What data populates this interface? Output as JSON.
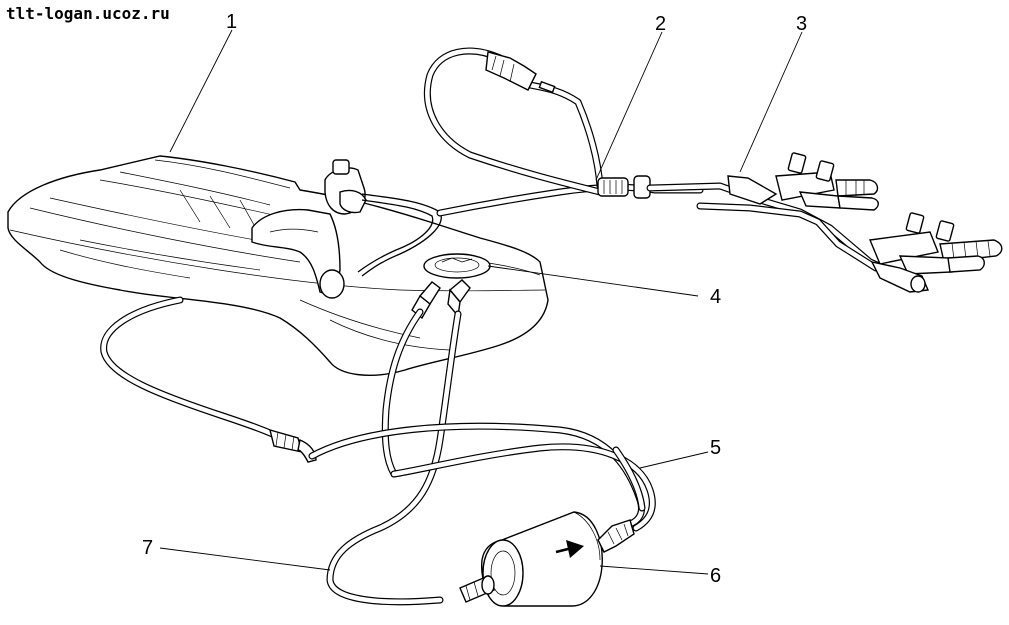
{
  "watermark": "tlt-logan.ucoz.ru",
  "callouts": [
    {
      "id": "1",
      "label": "1"
    },
    {
      "id": "2",
      "label": "2"
    },
    {
      "id": "3",
      "label": "3"
    },
    {
      "id": "4",
      "label": "4"
    },
    {
      "id": "5",
      "label": "5"
    },
    {
      "id": "6",
      "label": "6"
    },
    {
      "id": "7",
      "label": "7"
    }
  ],
  "colors": {
    "ink": "#000000",
    "paper": "#ffffff"
  },
  "icons": [
    "fuel-tank",
    "fuel-rail-with-injectors",
    "fuel-pump-flange",
    "fuel-filter",
    "flow-arrow"
  ]
}
